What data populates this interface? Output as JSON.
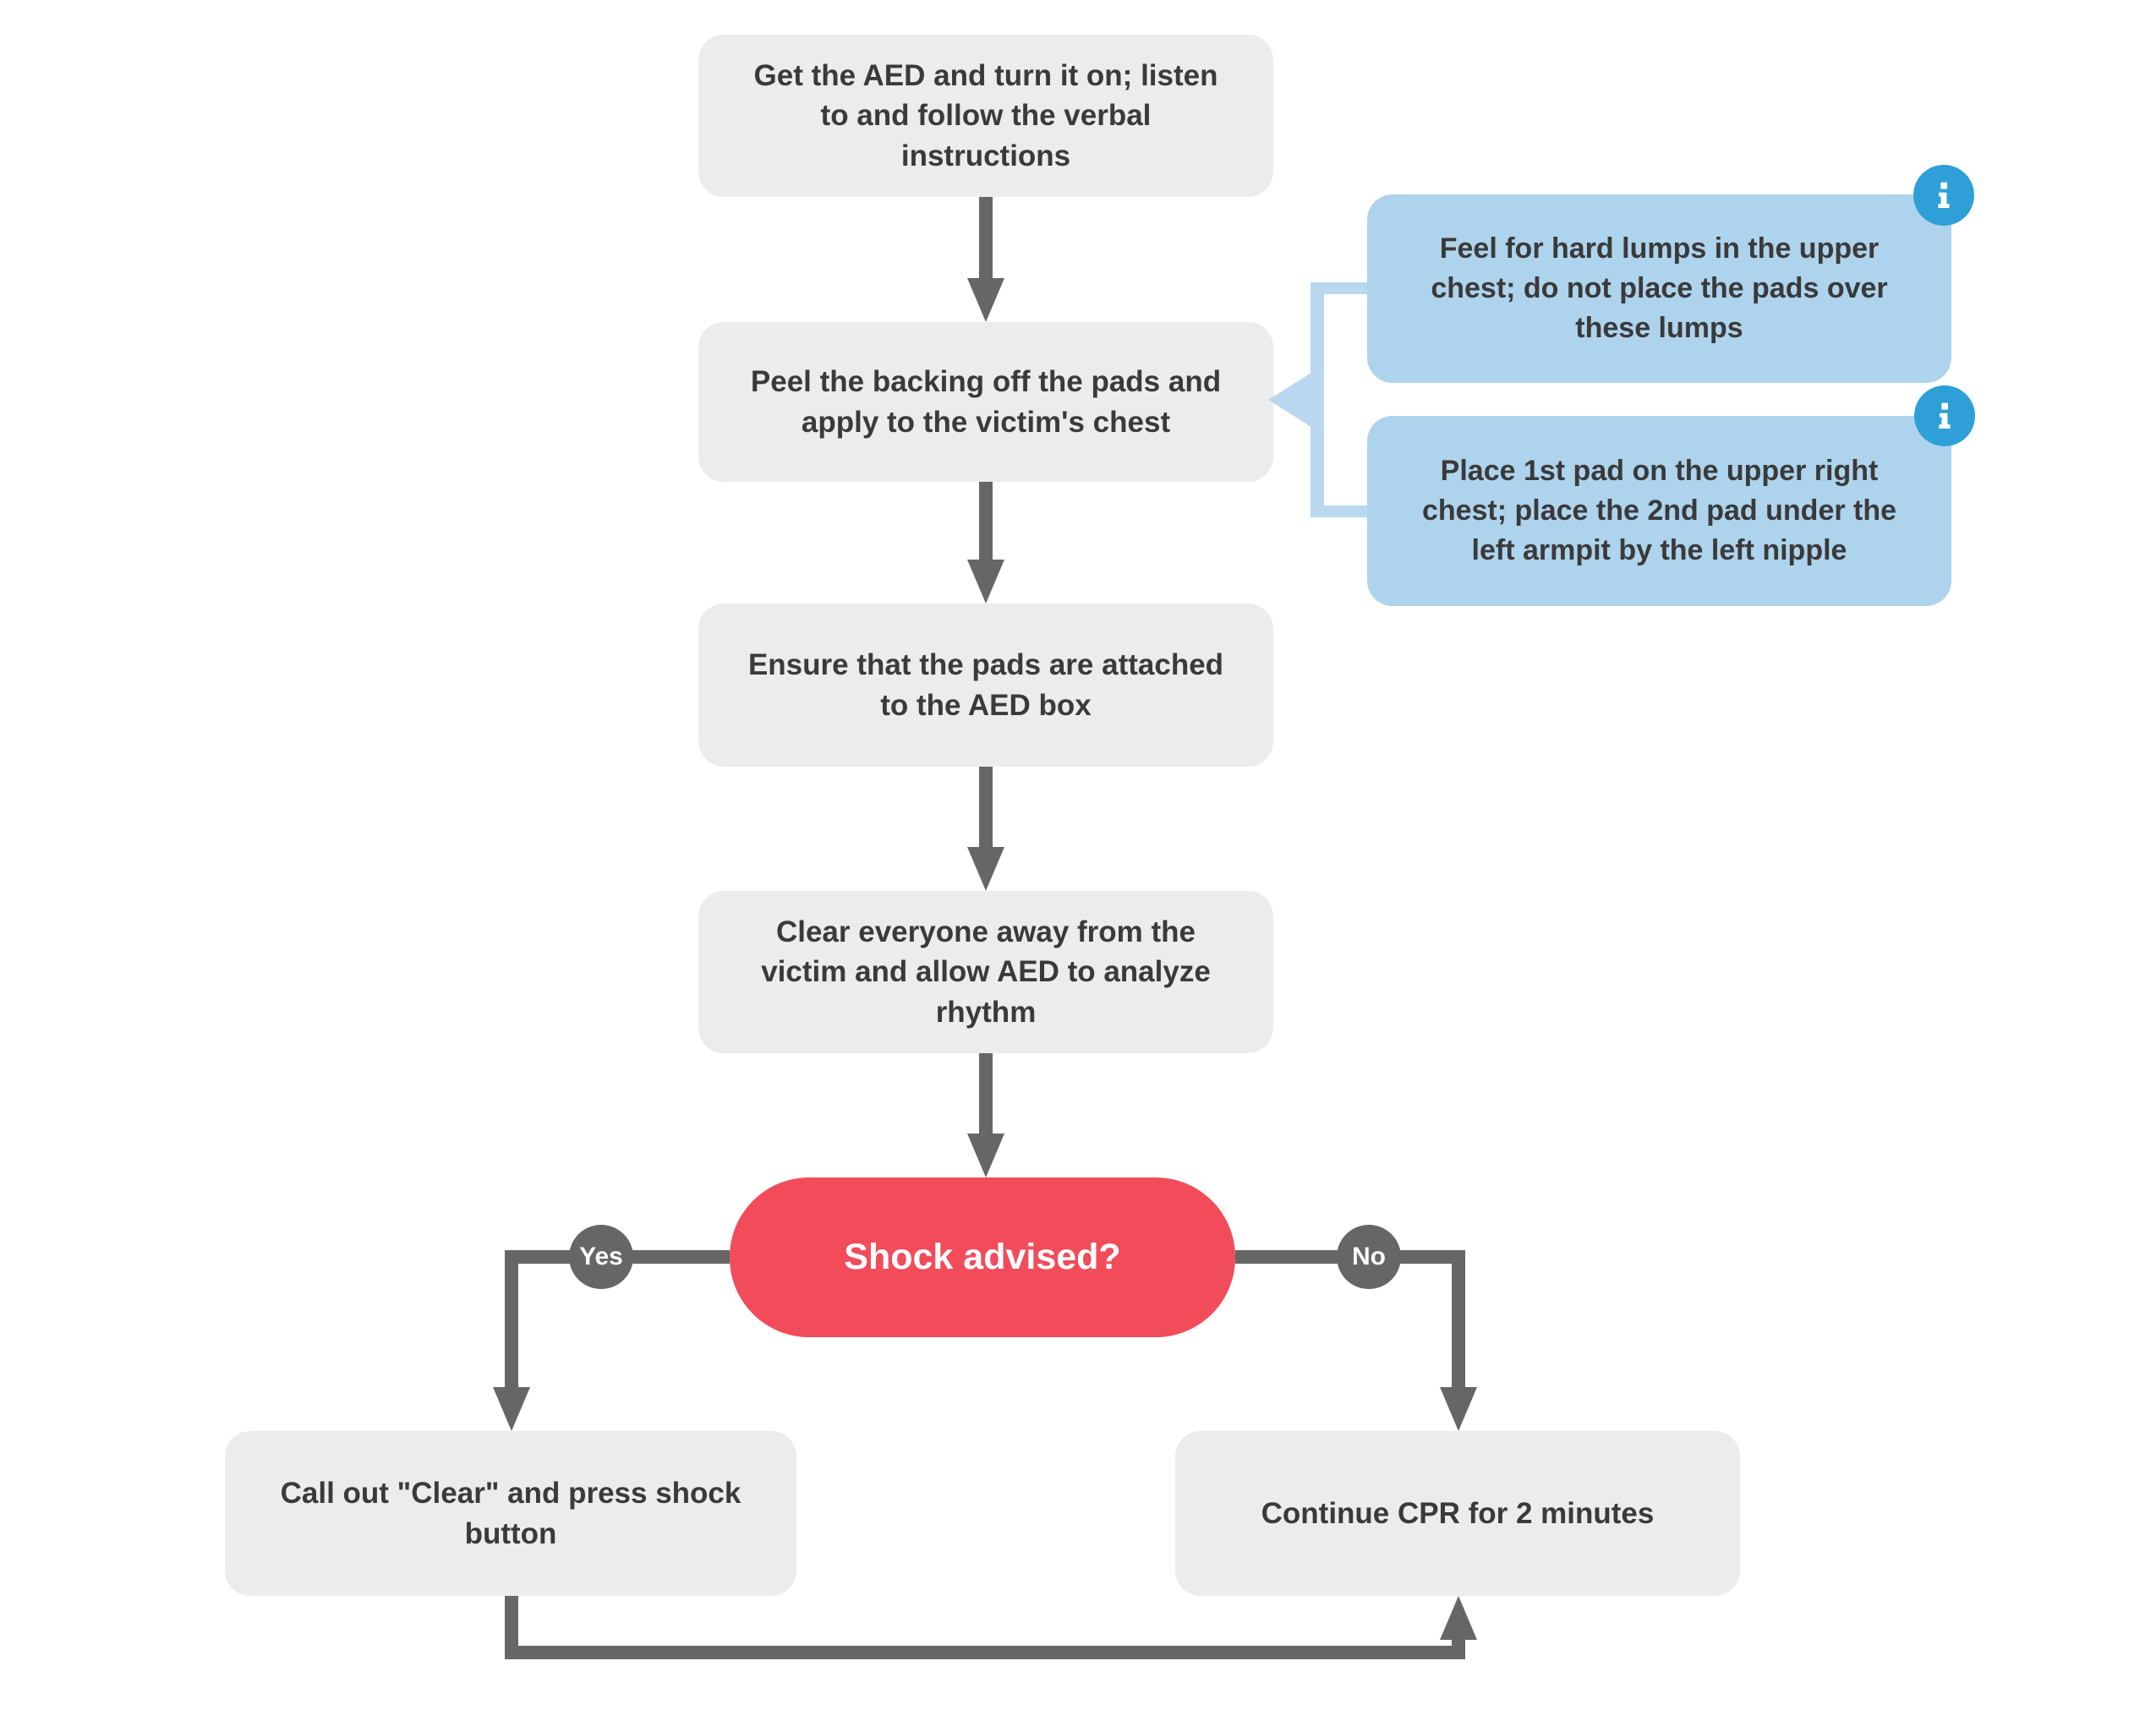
{
  "diagram": {
    "type": "flowchart",
    "topic": "AED usage steps",
    "background": "#ffffff"
  },
  "colors": {
    "step_fill": "#ececec",
    "step_text": "#3a3a3a",
    "decision_fill": "#f24c5b",
    "decision_text": "#ffffff",
    "connector_gray": "#666666",
    "callout_fill": "#aed3ed",
    "callout_bracket": "#b9d8f0",
    "info_badge_blue": "#2e9fd7"
  },
  "steps": {
    "step1": {
      "label": "Get the AED and turn it on; listen\nto and follow the verbal\ninstructions"
    },
    "step2": {
      "label": "Peel the backing off the pads and\napply to the victim's chest"
    },
    "step3": {
      "label": "Ensure that the pads are attached\nto the AED box"
    },
    "step4": {
      "label": "Clear everyone away from the\nvictim and allow AED to analyze\nrhythm"
    }
  },
  "decision": {
    "label": "Shock advised?"
  },
  "branches": {
    "yes_label": "Yes",
    "no_label": "No"
  },
  "outcomes": {
    "yes_box": {
      "label": "Call out \"Clear\" and press shock\nbutton"
    },
    "no_box": {
      "label": "Continue CPR for 2 minutes"
    }
  },
  "callouts": [
    {
      "label": "Feel for hard lumps in the upper\nchest; do not place the pads over\nthese lumps",
      "icon": "info-icon"
    },
    {
      "label": "Place 1st pad on the upper right\nchest; place the 2nd pad under the\nleft armpit by the left nipple",
      "icon": "info-icon"
    }
  ]
}
